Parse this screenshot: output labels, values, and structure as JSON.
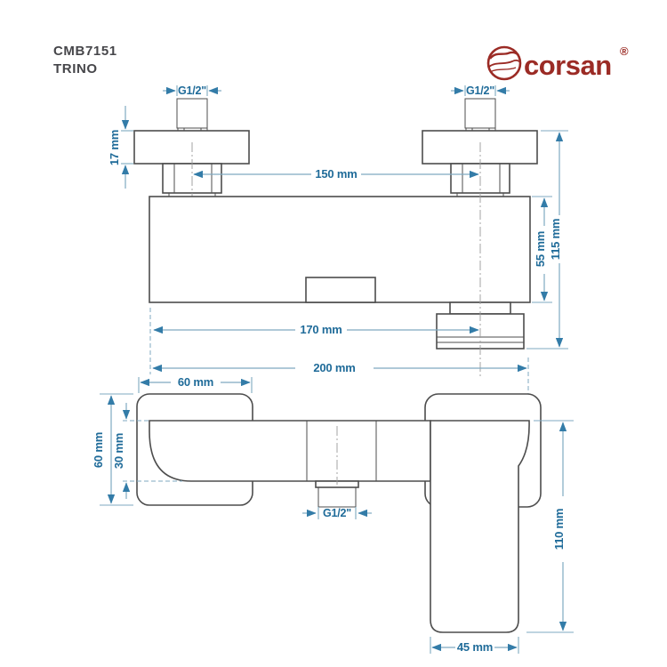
{
  "header": {
    "product_code": "CMB7151",
    "product_name": "TRINO"
  },
  "logo": {
    "brand": "corsan",
    "registered": "®"
  },
  "colors": {
    "background": "#ffffff",
    "outline": "#4d4d4d",
    "dim_text": "#1f6b99",
    "dim_line": "#7fa9c0",
    "dim_arrow": "#337ca8",
    "centerline": "#9a9a9a",
    "logo_red": "#9b2b25",
    "header_text": "#46464a"
  },
  "side_view": {
    "thread_left_label": "G1/2\"",
    "thread_right_label": "G1/2\"",
    "plate_thickness": "17 mm",
    "inlet_spacing": "150 mm",
    "body_height": "55 mm",
    "total_height": "115 mm",
    "outlet_offset": "170 mm"
  },
  "front_view": {
    "total_length": "200 mm",
    "escutcheon_width": "60 mm",
    "escutcheon_height": "60 mm",
    "body_height": "30 mm",
    "outlet_thread_label": "G1/2\"",
    "handle_length": "110 mm",
    "handle_width": "45 mm"
  }
}
